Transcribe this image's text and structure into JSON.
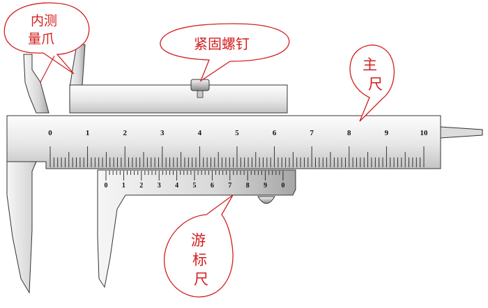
{
  "labels": {
    "inner_jaw_line1": "内测",
    "inner_jaw_line2": "量爪",
    "lock_screw": "紧固螺钉",
    "main_scale_line1": "主",
    "main_scale_line2": "尺",
    "vernier_line1": "游",
    "vernier_line2": "标",
    "vernier_line3": "尺"
  },
  "main_scale": {
    "numbers": [
      "0",
      "1",
      "2",
      "3",
      "4",
      "5",
      "6",
      "7",
      "8",
      "9",
      "10"
    ],
    "minor_divisions_per_unit": 10
  },
  "vernier_scale": {
    "numbers": [
      "0",
      "1",
      "2",
      "3",
      "4",
      "5",
      "6",
      "7",
      "8",
      "9",
      "0"
    ],
    "divisions": 50
  },
  "colors": {
    "callout_stroke": "#d21e1e",
    "callout_text": "#d21e1e",
    "metal_light": "#f4f4f4",
    "metal_dark": "#9a9a9a",
    "outline": "#333333"
  }
}
